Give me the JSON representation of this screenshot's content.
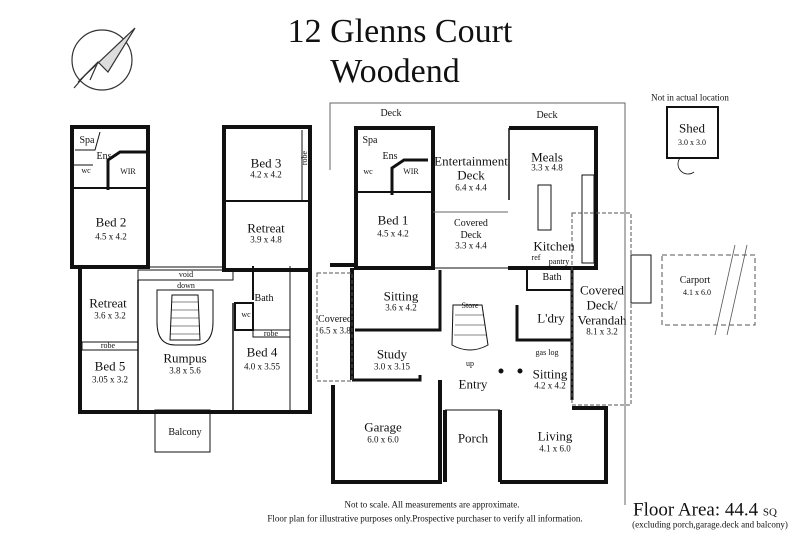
{
  "header": {
    "title_line1": "12 Glenns Court",
    "title_line2": "Woodend",
    "logo": "paper-plane-compass-logo"
  },
  "upper_floor": {
    "spa": "Spa",
    "ens": "Ens",
    "wc": "wc",
    "wir": "WIR",
    "bed2": {
      "name": "Bed 2",
      "size": "4.5 x 4.2"
    },
    "bed3": {
      "name": "Bed 3",
      "size": "4.2 x 4.2"
    },
    "robe_bed3": "robe",
    "retreat_right": {
      "name": "Retreat",
      "size": "3.9 x 4.8"
    },
    "void": "void",
    "down": "down",
    "retreat_left": {
      "name": "Retreat",
      "size": "3.6 x 3.2"
    },
    "robe_bed5": "robe",
    "bed5": {
      "name": "Bed 5",
      "size": "3.05 x 3.2"
    },
    "rumpus": {
      "name": "Rumpus",
      "size": "3.8 x 5.6"
    },
    "bath": "Bath",
    "wc2": "wc",
    "robe_bed4": "robe",
    "bed4": {
      "name": "Bed 4",
      "size": "4.0 x 3.55"
    },
    "balcony": "Balcony"
  },
  "ground_floor": {
    "deck_left": "Deck",
    "deck_right": "Deck",
    "spa": "Spa",
    "ens": "Ens",
    "wc": "wc",
    "wir": "WIR",
    "bed1": {
      "name": "Bed 1",
      "size": "4.5 x 4.2"
    },
    "entertainment_deck": {
      "name_line1": "Entertainment",
      "name_line2": "Deck",
      "size": "6.4 x 4.4"
    },
    "covered_deck": {
      "name_line1": "Covered",
      "name_line2": "Deck",
      "size": "3.3 x 4.4"
    },
    "meals": {
      "name": "Meals",
      "size": "3.3 x 4.8"
    },
    "kitchen": "Kitchen",
    "ref": "ref",
    "pantry": "pantry",
    "bath": "Bath",
    "laundry": "L'dry",
    "gas_log": "gas log",
    "sitting_right": {
      "name": "Sitting",
      "size": "4.2 x 4.2"
    },
    "verandah": {
      "name_line1": "Covered",
      "name_line2": "Deck/",
      "name_line3": "Verandah",
      "size": "8.1 x 3.2"
    },
    "sitting_left": {
      "name": "Sitting",
      "size": "3.6 x 4.2"
    },
    "covered_side": {
      "name": "Covered",
      "size": "6.5 x 3.8"
    },
    "study": {
      "name": "Study",
      "size": "3.0 x 3.15"
    },
    "store": "Store",
    "up": "up",
    "entry": "Entry",
    "garage": {
      "name": "Garage",
      "size": "6.0 x 6.0"
    },
    "porch": "Porch",
    "living": {
      "name": "Living",
      "size": "4.1 x 6.0"
    }
  },
  "outbuildings": {
    "note": "Not in actual location",
    "shed": {
      "name": "Shed",
      "size": "3.0 x 3.0"
    },
    "carport": {
      "name": "Carport",
      "size": "4.1 x 6.0"
    }
  },
  "footer": {
    "disclaimer_line1": "Not to scale. All measurements are approximate.",
    "disclaimer_line2": "Floor plan for illustrative purposes only.Prospective purchaser to verify all information.",
    "floor_area_label": "Floor Area: 44.4",
    "floor_area_unit": "SQ",
    "floor_area_note": "(excluding porch,garage.deck and balcony)"
  }
}
